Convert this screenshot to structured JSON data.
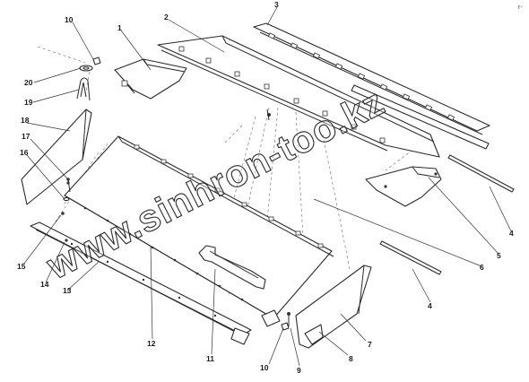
{
  "diagram": {
    "watermark": "www.sinhron-too.kz",
    "corner_mark": "r-",
    "callouts": [
      "1",
      "2",
      "3",
      "4",
      "4",
      "5",
      "6",
      "7",
      "8",
      "9",
      "10",
      "10",
      "11",
      "12",
      "13",
      "14",
      "15",
      "16",
      "17",
      "18",
      "19",
      "20"
    ]
  }
}
